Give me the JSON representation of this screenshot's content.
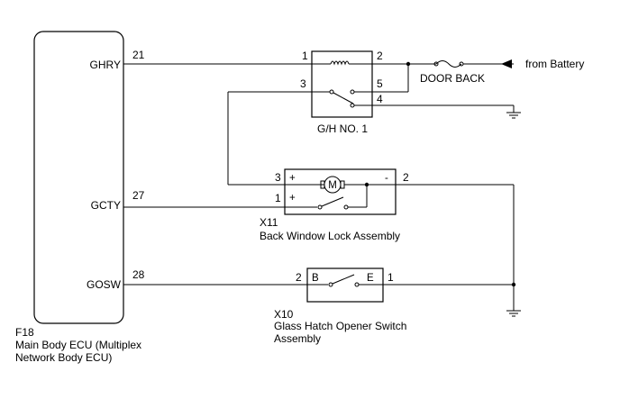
{
  "ecu": {
    "connector": "F18",
    "name_line1": "Main Body ECU (Multiplex",
    "name_line2": "Network Body ECU)",
    "pins": [
      {
        "label": "GHRY",
        "pin": "21"
      },
      {
        "label": "GCTY",
        "pin": "27"
      },
      {
        "label": "GOSW",
        "pin": "28"
      }
    ]
  },
  "relay": {
    "name": "G/H NO. 1",
    "pins": {
      "coil_in": "1",
      "coil_out": "2",
      "common": "3",
      "contact_a": "5",
      "contact_b": "4"
    }
  },
  "fuse": {
    "name": "DOOR BACK"
  },
  "battery": {
    "label": "from Battery"
  },
  "lock_assembly": {
    "connector": "X11",
    "name": "Back Window Lock Assembly",
    "motor_symbol": "M",
    "plus_symbol": "+",
    "minus_symbol": "-",
    "pins": {
      "motor_plus": "3",
      "switch_plus": "1",
      "minus": "2"
    }
  },
  "opener_switch": {
    "connector": "X10",
    "name_line1": "Glass Hatch Opener Switch",
    "name_line2": "Assembly",
    "terminal_b": "B",
    "terminal_e": "E",
    "pins": {
      "b": "2",
      "e": "1"
    }
  }
}
